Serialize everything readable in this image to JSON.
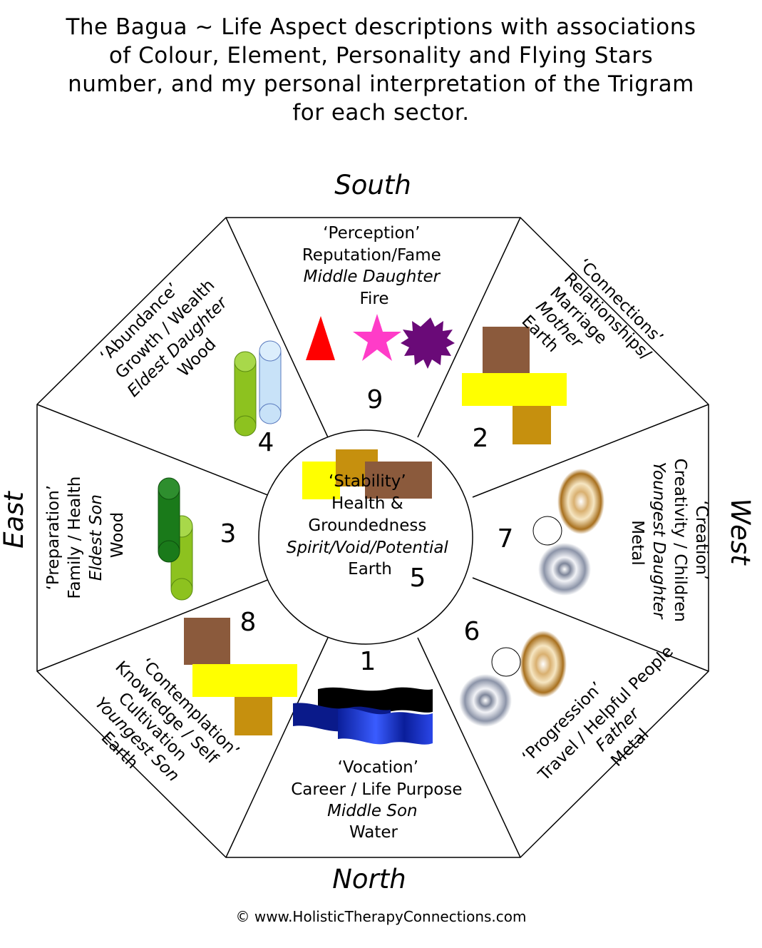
{
  "title_lines": [
    "The Bagua ~ Life Aspect descriptions with associations",
    "of Colour, Element, Personality and Flying Stars",
    "number, and my personal interpretation of the Trigram",
    "for each sector."
  ],
  "directions": {
    "south": "South",
    "north": "North",
    "east": "East",
    "west": "West"
  },
  "sectors": {
    "south": {
      "number": "9",
      "lines": [
        "‘Perception’",
        "Reputation/Fame",
        "Middle Daughter",
        "Fire"
      ]
    },
    "southwest": {
      "number": "2",
      "lines": [
        "‘Connections’",
        "Relationships/",
        "Marriage",
        "Mother",
        "Earth"
      ]
    },
    "west": {
      "number": "7",
      "lines": [
        "‘Creation’",
        "Creativity / Children",
        "Youngest Daughter",
        "Metal"
      ]
    },
    "northwest": {
      "number": "6",
      "lines": [
        "‘Progression’",
        "Travel / Helpful People",
        "Father",
        "Metal"
      ]
    },
    "north": {
      "number": "1",
      "lines": [
        "‘Vocation’",
        "Career / Life Purpose",
        "Middle Son",
        "Water"
      ]
    },
    "northeast": {
      "number": "8",
      "lines": [
        "‘Contemplation’",
        "Knowledge / Self",
        "Cultivation",
        "Youngest Son",
        "Earth"
      ]
    },
    "east": {
      "number": "3",
      "lines": [
        "‘Preparation’",
        "Family / Health",
        "Eldest Son",
        "Wood"
      ]
    },
    "southeast": {
      "number": "4",
      "lines": [
        "‘Abundance’",
        "Growth / Wealth",
        "Eldest Daughter",
        "Wood"
      ]
    },
    "center": {
      "number": "5",
      "lines": [
        "‘Stability’",
        "Health &",
        "Groundedness",
        "Spirit/Void/Potential",
        "Earth"
      ]
    }
  },
  "colors": {
    "brown": "#8B5A3C",
    "yellow": "#FFFF00",
    "ochre": "#C6900E",
    "red": "#FF0000",
    "magenta": "#FF3CC8",
    "purple": "#6A0A78",
    "light_green": "#8DC21F",
    "dark_green": "#1A7A1A",
    "light_blue": "#C8E2F8",
    "navy": "#0A1A8A",
    "blue": "#1E3CDC",
    "gold": "#C8902E",
    "silver": "#8C94A8"
  },
  "icons": {
    "fire": [
      "red-triangle-icon",
      "magenta-star-icon",
      "purple-starburst-icon"
    ],
    "wood": [
      "green-cylinder-icon",
      "blue-cylinder-icon"
    ],
    "earth": [
      "earth-blocks-icon"
    ],
    "metal": [
      "gold-coin-icon",
      "silver-coin-icon",
      "white-circle-icon"
    ],
    "water": [
      "wave-flags-icon"
    ]
  },
  "footer": {
    "copyright": "©  www.HolisticTherapyConnections.com"
  }
}
